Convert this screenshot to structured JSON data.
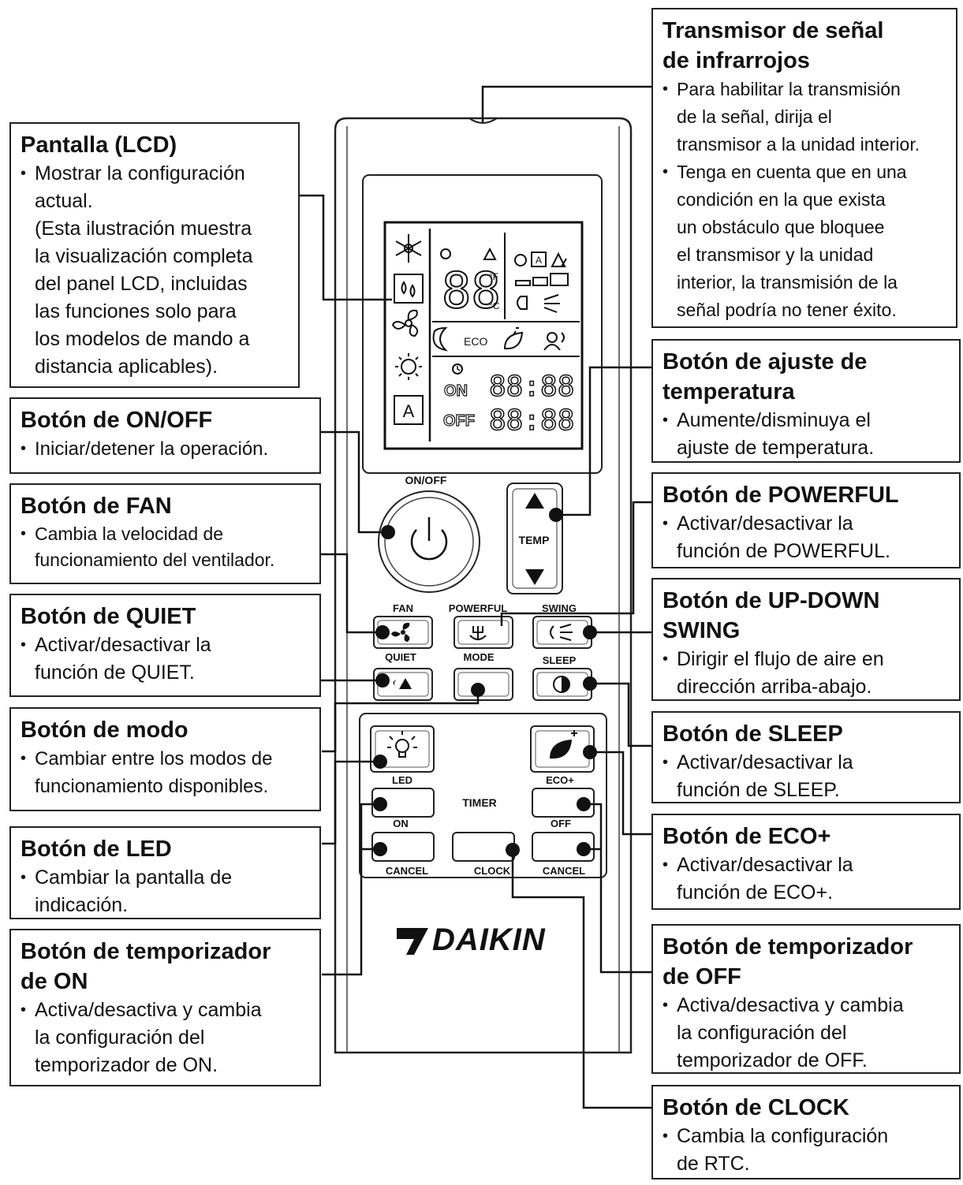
{
  "callouts": {
    "ir": {
      "title": "Transmisor de señal\nde infrarrojos",
      "items": [
        "Para habilitar la transmisión\nde la señal, dirija el\ntransmisor a la unidad interior.",
        "Tenga en cuenta que en una\ncondición en la que exista\nun obstáculo que bloquee\nel transmisor y la unidad\ninterior, la transmisión de la\nseñal podría no tener éxito."
      ]
    },
    "lcd": {
      "title": "Pantalla (LCD)",
      "items": [
        "Mostrar la configuración\nactual."
      ],
      "note": "(Esta ilustración muestra\nla visualización completa\ndel panel LCD, incluidas\nlas funciones solo para\nlos modelos de mando a\ndistancia aplicables)."
    },
    "onoff": {
      "title": "Botón de ON/OFF",
      "items": [
        "Iniciar/detener la operación."
      ]
    },
    "temp": {
      "title": "Botón de ajuste de\ntemperatura",
      "items": [
        "Aumente/disminuya el\najuste de temperatura."
      ]
    },
    "fan": {
      "title": "Botón de FAN",
      "items": [
        "Cambia la velocidad de\nfuncionamiento del ventilador."
      ]
    },
    "powerful": {
      "title": "Botón de POWERFUL",
      "items": [
        "Activar/desactivar la\nfunción de POWERFUL."
      ]
    },
    "quiet": {
      "title": "Botón de QUIET",
      "items": [
        "Activar/desactivar la\nfunción de QUIET."
      ]
    },
    "swing": {
      "title": "Botón de UP-DOWN\nSWING",
      "items": [
        "Dirigir el flujo de aire en\ndirección arriba-abajo."
      ]
    },
    "mode": {
      "title": "Botón de modo",
      "items": [
        "Cambiar entre los modos de\nfuncionamiento disponibles."
      ]
    },
    "sleep": {
      "title": "Botón de SLEEP",
      "items": [
        "Activar/desactivar la\nfunción de SLEEP."
      ]
    },
    "led": {
      "title": "Botón de LED",
      "items": [
        "Cambiar la pantalla de\nindicación."
      ]
    },
    "eco": {
      "title": "Botón de ECO+",
      "items": [
        "Activar/desactivar la\nfunción de ECO+."
      ]
    },
    "timeron": {
      "title": "Botón de temporizador\nde ON",
      "items": [
        "Activa/desactiva y cambia\nla configuración del\ntemporizador de ON."
      ]
    },
    "timeroff": {
      "title": "Botón de temporizador\nde OFF",
      "items": [
        "Activa/desactiva y cambia\nla configuración del\ntemporizador de OFF."
      ]
    },
    "clock": {
      "title": "Botón de CLOCK",
      "items": [
        "Cambia la configuración\nde RTC."
      ]
    }
  },
  "remote": {
    "onoff_label": "ON/OFF",
    "temp_label": "TEMP",
    "fan_label": "FAN",
    "powerful_label": "POWERFUL",
    "swing_label": "SWING",
    "quiet_label": "QUIET",
    "mode_label": "MODE",
    "sleep_label": "SLEEP",
    "led_label": "LED",
    "eco_label": "ECO+",
    "timer_label": "TIMER",
    "on_label": "ON",
    "off_label": "OFF",
    "cancel_left_label": "CANCEL",
    "clock_label": "CLOCK",
    "cancel_right_label": "CANCEL",
    "brand": "DAIKIN",
    "lcd": {
      "on": "ON",
      "off": "OFF",
      "digits": "88",
      "time": "88:88",
      "unit_f": "°F",
      "unit_c": "°C"
    }
  }
}
